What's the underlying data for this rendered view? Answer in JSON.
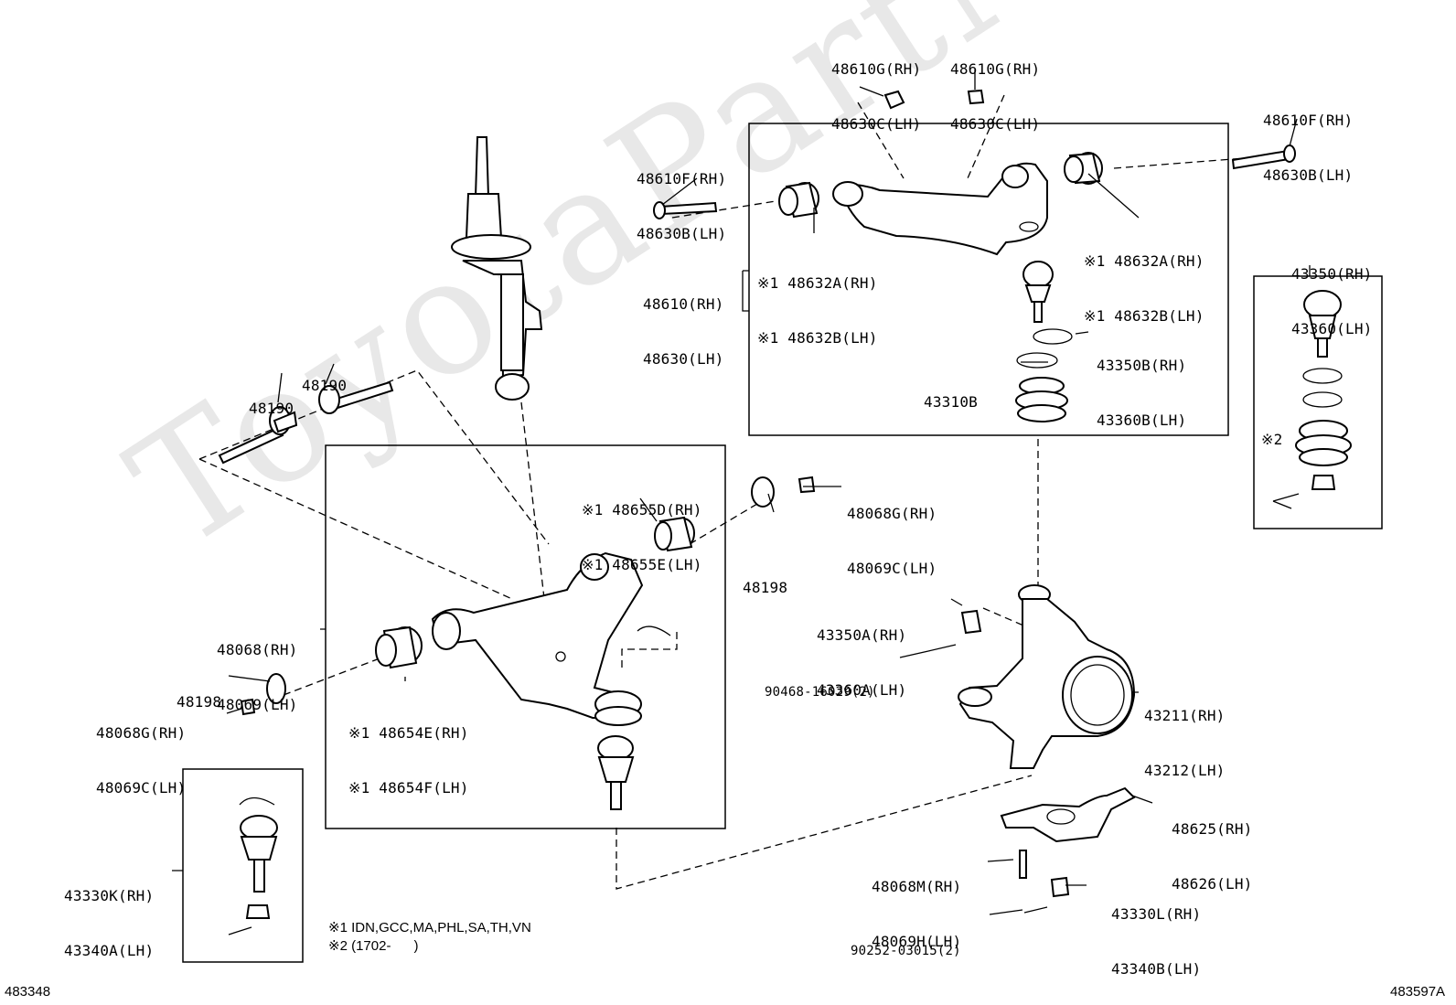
{
  "watermark": "ToyotaPartMine.ru",
  "diagram_codes": {
    "left": "483348",
    "right": "483597A"
  },
  "notes": [
    "※1 IDN,GCC,MA,PHL,SA,TH,VN",
    "※2 (1702-      )"
  ],
  "callouts": {
    "c48610g_a": [
      "48610G(RH)",
      "48630C(LH)"
    ],
    "c48610g_b": [
      "48610G(RH)",
      "48630C(LH)"
    ],
    "c48610f_tr": [
      "48610F(RH)",
      "48630B(LH)"
    ],
    "c48610f_l": [
      "48610F(RH)",
      "48630B(LH)"
    ],
    "c48632_r": [
      "※1 48632A(RH)",
      "※1 48632B(LH)"
    ],
    "c48632_l": [
      "※1 48632A(RH)",
      "※1 48632B(LH)"
    ],
    "c48610": [
      "48610(RH)",
      "48630(LH)"
    ],
    "c43350_box": [
      "43350(RH)",
      "43360(LH)"
    ],
    "c43350b": [
      "43350B(RH)",
      "43360B(LH)"
    ],
    "c43310b": [
      "43310B"
    ],
    "c48190_a": [
      "48190"
    ],
    "c48190_b": [
      "48190"
    ],
    "c48655": [
      "※1 48655D(RH)",
      "※1 48655E(LH)"
    ],
    "c48068g_r": [
      "48068G(RH)",
      "48069C(LH)"
    ],
    "c48198_r": [
      "48198"
    ],
    "c48068": [
      "48068(RH)",
      "48069(LH)"
    ],
    "c48198_l": [
      "48198"
    ],
    "c48068g_l": [
      "48068G(RH)",
      "48069C(LH)"
    ],
    "c48654": [
      "※1 48654E(RH)",
      "※1 48654F(LH)"
    ],
    "c43350a": [
      "43350A(RH)",
      "43360A(LH)"
    ],
    "c90468": [
      "90468-16029(2)"
    ],
    "c43211": [
      "43211(RH)",
      "43212(LH)"
    ],
    "c48625": [
      "48625(RH)",
      "48626(LH)"
    ],
    "c48068m": [
      "48068M(RH)",
      "48069H(LH)"
    ],
    "c43330l": [
      "43330L(RH)",
      "43340B(LH)"
    ],
    "c90252": [
      "90252-03015(2)"
    ],
    "c43330k": [
      "43330K(RH)",
      "43340A(LH)"
    ],
    "sec2_mark": [
      "※2"
    ]
  }
}
